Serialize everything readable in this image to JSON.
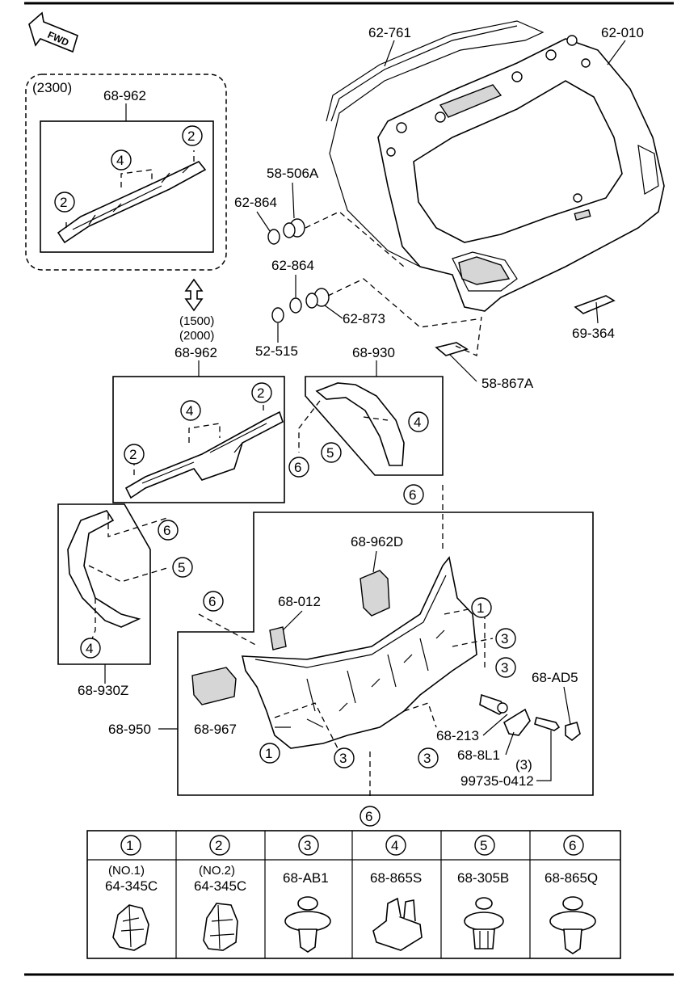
{
  "labels": {
    "fwd": "FWD",
    "variant_2300": "(2300)",
    "variant_1500": "(1500)",
    "variant_2000": "(2000)",
    "p_62_761": "62-761",
    "p_62_010": "62-010",
    "p_68_962_top": "68-962",
    "p_58_506a": "58-506A",
    "p_62_864_a": "62-864",
    "p_62_864_b": "62-864",
    "p_62_873": "62-873",
    "p_52_515": "52-515",
    "p_69_364": "69-364",
    "p_58_867a": "58-867A",
    "p_68_962_mid": "68-962",
    "p_68_930": "68-930",
    "p_68_962d": "68-962D",
    "p_68_012": "68-012",
    "p_68_930z": "68-930Z",
    "p_68_950": "68-950",
    "p_68_967": "68-967",
    "p_68_ad5": "68-AD5",
    "p_68_213": "68-213",
    "p_68_8l1": "68-8L1",
    "qty_3": "(3)",
    "p_99735": "99735-0412"
  },
  "callouts": {
    "c1": "1",
    "c2": "2",
    "c3": "3",
    "c4": "4",
    "c5": "5",
    "c6": "6"
  },
  "legend": {
    "columns": [
      {
        "number": "1",
        "line1": "(NO.1)",
        "line2": "64-345C",
        "icon": "clip-icon"
      },
      {
        "number": "2",
        "line1": "(NO.2)",
        "line2": "64-345C",
        "icon": "clip-icon"
      },
      {
        "number": "3",
        "line1": "",
        "line2": "68-AB1",
        "icon": "push-clip-icon"
      },
      {
        "number": "4",
        "line1": "",
        "line2": "68-865S",
        "icon": "retainer-icon"
      },
      {
        "number": "5",
        "line1": "",
        "line2": "68-305B",
        "icon": "push-clip-icon"
      },
      {
        "number": "6",
        "line1": "",
        "line2": "68-865Q",
        "icon": "push-clip-icon"
      }
    ]
  }
}
